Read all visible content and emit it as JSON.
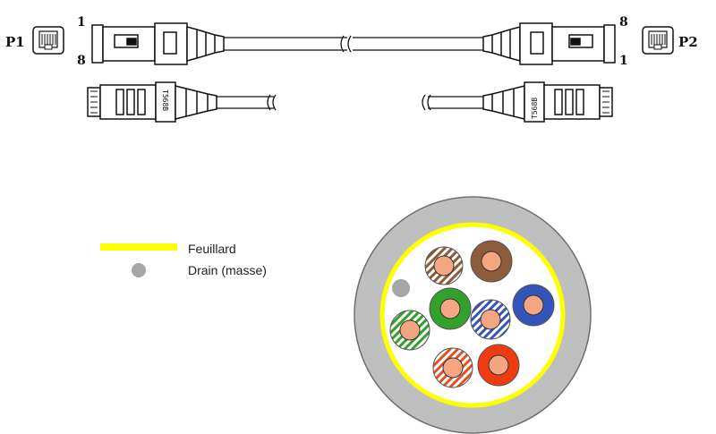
{
  "connectors": {
    "left": {
      "label": "P1",
      "pin_top": "1",
      "pin_bottom": "8",
      "boot_code": "T568B"
    },
    "right": {
      "label": "P2",
      "pin_top": "8",
      "pin_bottom": "1",
      "boot_code": "T568B"
    }
  },
  "legend": {
    "foil": {
      "label": "Feuillard",
      "color": "#ffff00"
    },
    "drain": {
      "label": "Drain (masse)",
      "color": "#a6a6a6"
    }
  },
  "cable": {
    "jacket_color": "#bfbfbf",
    "core_color": "#f4a582",
    "pairs": [
      "brown",
      "green",
      "blue",
      "orange"
    ],
    "conductors": [
      {
        "id": "white-brown",
        "color": "#8c5c3c",
        "striped": true
      },
      {
        "id": "brown",
        "color": "#8c5c3c",
        "striped": false
      },
      {
        "id": "green",
        "color": "#33a02c",
        "striped": false
      },
      {
        "id": "white-green",
        "color": "#33a02c",
        "striped": true
      },
      {
        "id": "white-blue",
        "color": "#3355bb",
        "striped": true
      },
      {
        "id": "blue",
        "color": "#3355bb",
        "striped": false
      },
      {
        "id": "white-orange",
        "color": "#e05020",
        "striped": true
      },
      {
        "id": "orange",
        "color": "#ee3b10",
        "striped": false
      }
    ]
  }
}
